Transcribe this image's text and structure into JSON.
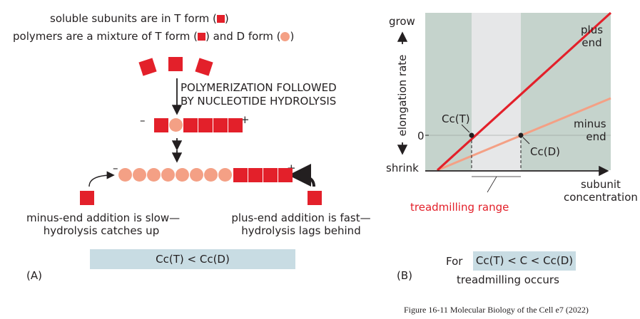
{
  "panel_a": {
    "line1_prefix": "soluble subunits are in T form (",
    "line1_suffix": ")",
    "line2_prefix": "polymers are a mixture of T form (",
    "line2_middle": ") and D form (",
    "line2_suffix": ")",
    "process_label_1": "POLYMERIZATION FOLLOWED",
    "process_label_2": "BY NUCLEOTIDE HYDROLYSIS",
    "minus_sign": "–",
    "plus_sign": "+",
    "minus_end_text_1": "minus-end addition is slow—",
    "minus_end_text_2": "hydrolysis catches up",
    "plus_end_text_1": "plus-end addition is fast—",
    "plus_end_text_2": "hydrolysis lags behind",
    "comparison": "Cᴄ(T) < Cᴄ(D)",
    "panel_label": "(A)"
  },
  "panel_b": {
    "y_axis_top": "grow",
    "y_axis_label": "elongation rate",
    "y_zero": "0",
    "y_axis_bottom": "shrink",
    "x_axis_label_1": "subunit",
    "x_axis_label_2": "concentration",
    "plus_end_label_1": "plus",
    "plus_end_label_2": "end",
    "minus_end_label_1": "minus",
    "minus_end_label_2": "end",
    "cc_t_label": "Cᴄ(T)",
    "cc_d_label": "Cᴄ(D)",
    "treadmilling_range": "treadmilling range",
    "for_text": "For",
    "condition": "Cᴄ(T) < C < Cᴄ(D)",
    "treadmilling_occurs": "treadmilling occurs",
    "panel_label": "(B)"
  },
  "colors": {
    "t_form": "#e3202a",
    "d_form": "#f4a085",
    "plot_background": "#c5d3cc",
    "treadmilling_band": "#e6e7e8",
    "highlight_box": "#c8dce3"
  },
  "caption": "Figure 16-11 Molecular Biology of the Cell e7 (2022)"
}
